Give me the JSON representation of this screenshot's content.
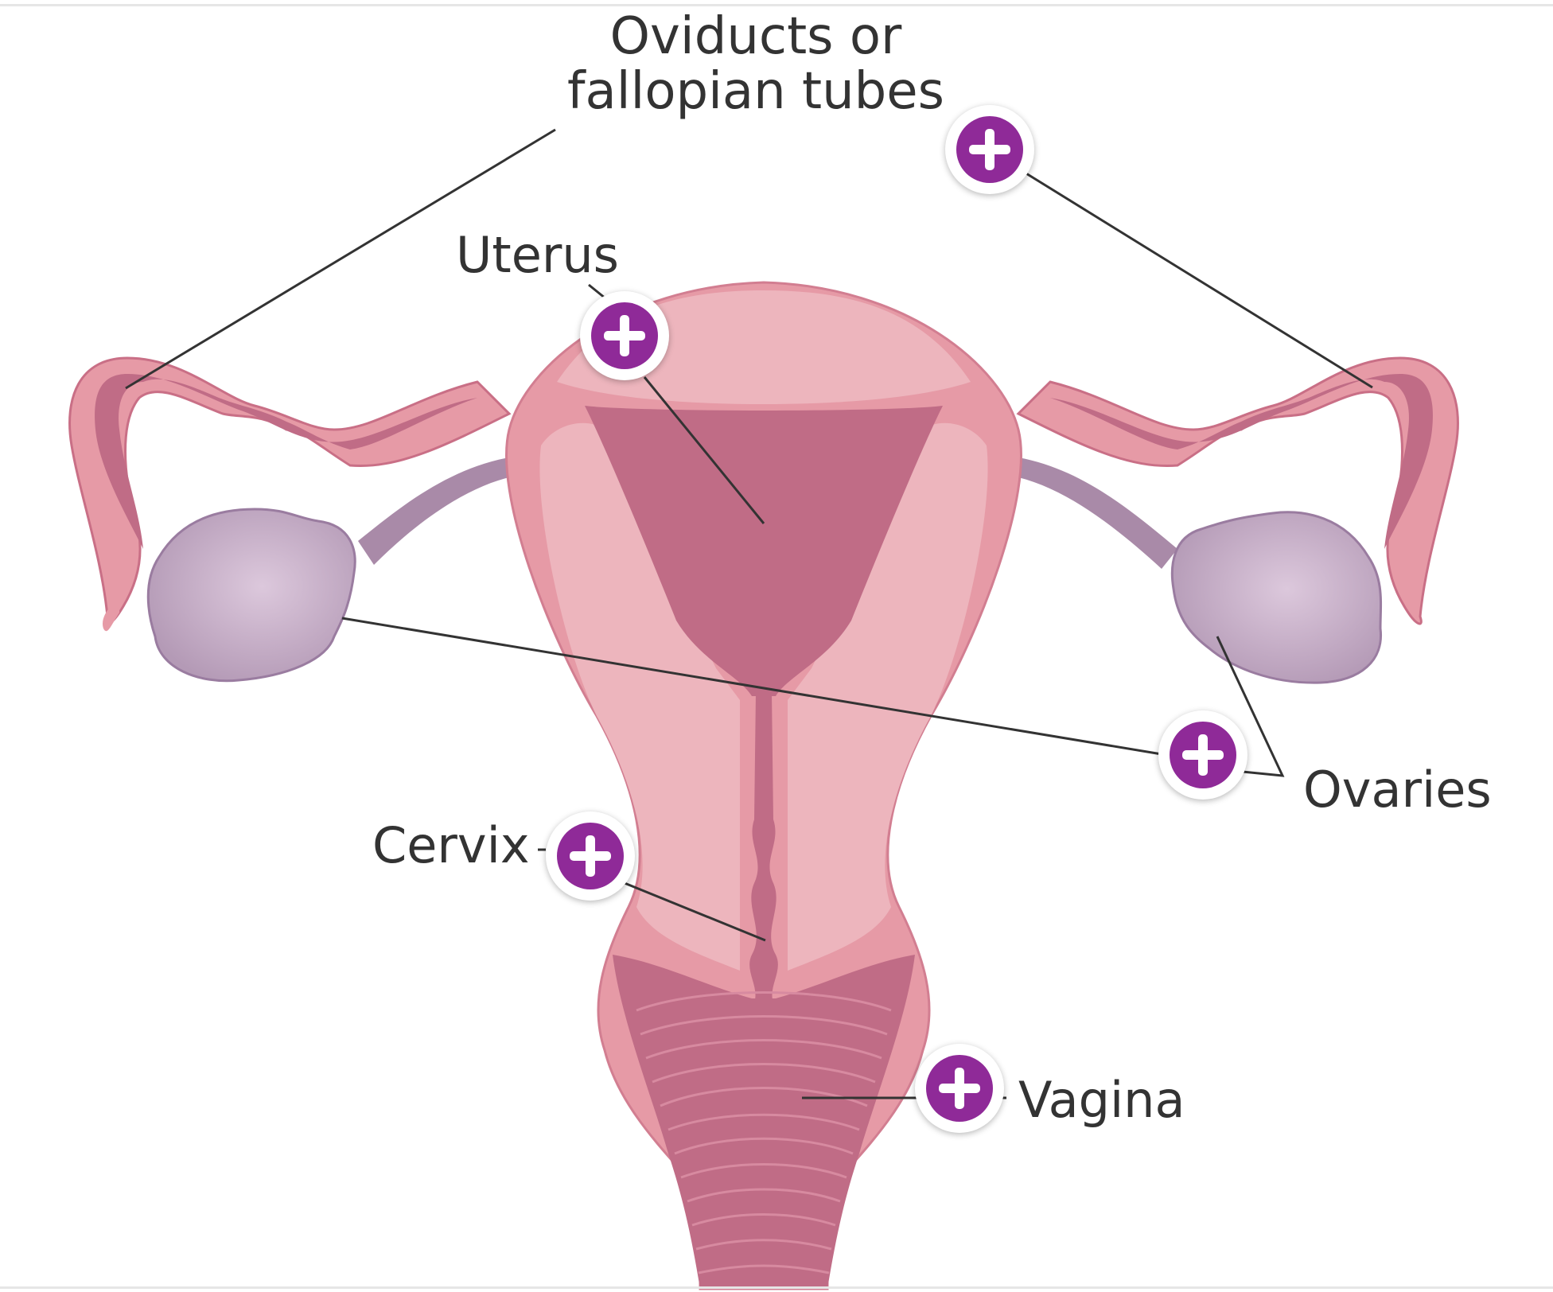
{
  "labels": {
    "oviducts": "Oviducts or\nfallopian tubes",
    "uterus": "Uterus",
    "ovaries": "Ovaries",
    "cervix": "Cervix",
    "vagina": "Vagina"
  },
  "colors": {
    "hotspot": "#8f2a98",
    "tissue_outer": "#e69aa6",
    "tissue_light": "#edb5bd",
    "tissue_dark": "#c06c86",
    "ovary": "#c6aec6",
    "leader_line": "#333333"
  },
  "icons": {
    "hotspot": "plus-circle-icon"
  }
}
